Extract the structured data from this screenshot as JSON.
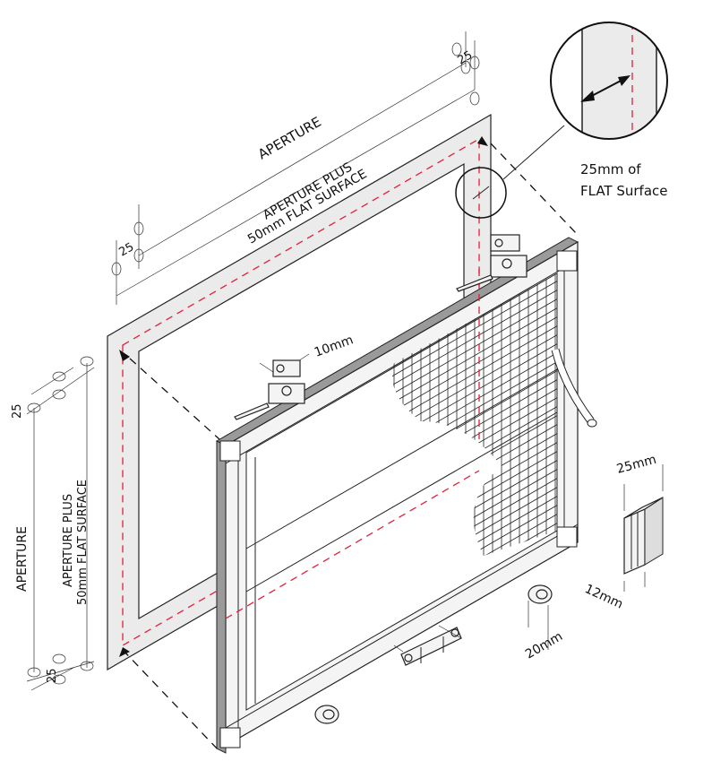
{
  "labels": {
    "aperture_top": "APERTURE",
    "aperture_plus_top_1": "APERTURE PLUS",
    "aperture_plus_top_2": "50mm FLAT SURFACE",
    "dim_25_top_right": "25",
    "dim_25_top_left": "25",
    "aperture_left": "APERTURE",
    "aperture_plus_left_1": "APERTURE PLUS",
    "aperture_plus_left_2": "50mm FLAT SURFACE",
    "dim_25_left_top": "25",
    "dim_25_left_bottom": "25",
    "bracket_gap": "10mm",
    "inset_1": "25mm of",
    "inset_2": "FLAT Surface",
    "profile_width": "25mm",
    "profile_depth": "12mm",
    "knob_size": "20mm"
  },
  "colors": {
    "flat_surface_line": "#e0203a",
    "plate": "#ebebeb"
  }
}
